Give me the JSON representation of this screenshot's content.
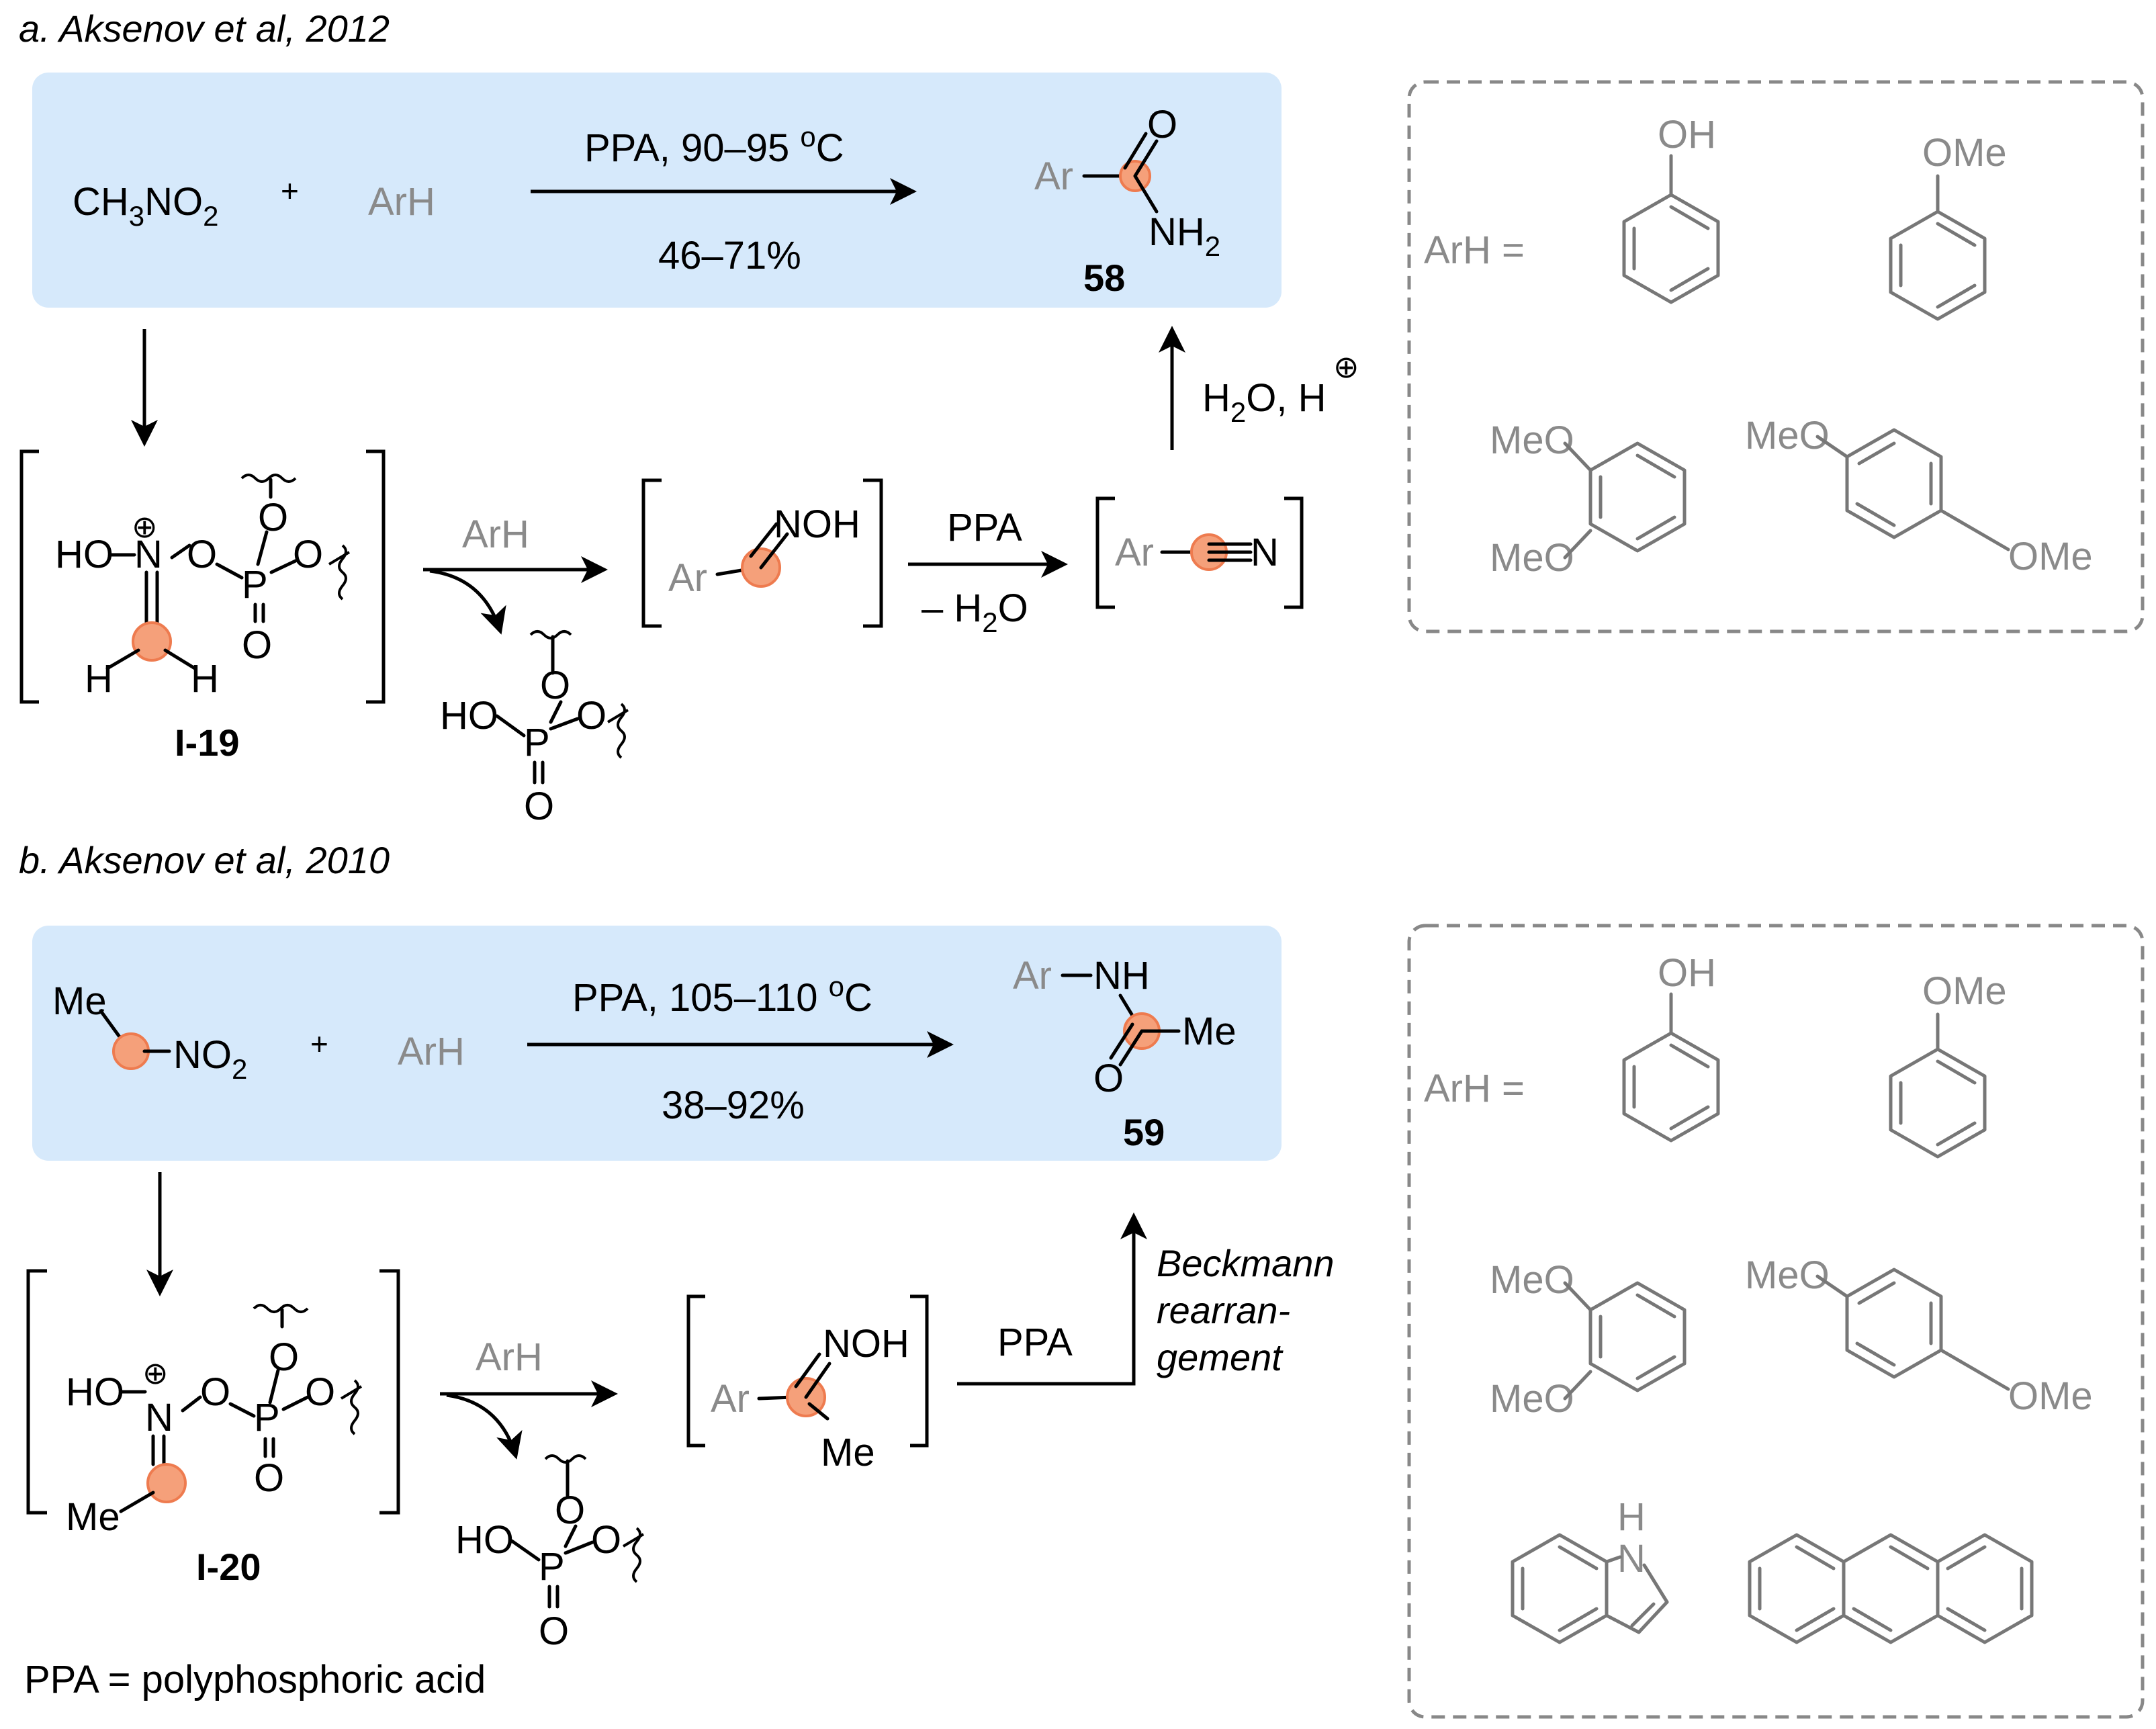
{
  "colors": {
    "highlight_box": "#d6e9fb",
    "highlight_atom": "#f5a07a",
    "substrate_gray": "#8a8a8a"
  },
  "panel_a": {
    "heading": "a. Aksenov et al, 2012",
    "reactant_CH3": "CH",
    "reactant_3": "3",
    "reactant_NO": "NO",
    "reactant_2": "2",
    "plus": "+",
    "arh": "ArH",
    "cond_top": "PPA, 90–95 ",
    "cond_o": "o",
    "cond_c": "C",
    "cond_bottom": "46–71%",
    "product_label": "58",
    "prod_ar": "Ar",
    "prod_o": "O",
    "prod_nh": "NH",
    "prod_nh_sub": "2",
    "int_label": "I-19",
    "int_ho": "HO",
    "int_n": "N",
    "int_plus": "⊕",
    "int_o1": "O",
    "int_p": "P",
    "int_o2": "O",
    "int_o3": "O",
    "int_o4": "O",
    "int_h1": "H",
    "int_h2": "H",
    "step1_reagent": "ArH",
    "byprod_ho": "HO",
    "byprod_p": "P",
    "byprod_o1": "O",
    "byprod_o2": "O",
    "byprod_o3": "O",
    "oxime_ar": "Ar",
    "oxime_noh": "NOH",
    "step2_top": "PPA",
    "step2_bottom": "– H",
    "step2_sub": "2",
    "step2_o": "O",
    "nitrile_ar": "Ar",
    "nitrile_n": "N",
    "hydrolysis_h2": "H",
    "hydrolysis_sub": "2",
    "hydrolysis_rest": "O, H",
    "hydrolysis_plus": "⊕",
    "scope_label": "ArH =",
    "scope": [
      "OH",
      "OMe",
      "MeO",
      "MeO",
      "MeO",
      "OMe"
    ]
  },
  "panel_b": {
    "heading": "b. Aksenov et al, 2010",
    "reactant_me": "Me",
    "reactant_no": "NO",
    "reactant_2": "2",
    "plus": "+",
    "arh": "ArH",
    "cond_top": "PPA, 105–110 ",
    "cond_o": "o",
    "cond_c": "C",
    "cond_bottom": "38–92%",
    "product_label": "59",
    "prod_ar": "Ar",
    "prod_nh": "NH",
    "prod_o": "O",
    "prod_me": "Me",
    "int_label": "I-20",
    "int_ho": "HO",
    "int_n": "N",
    "int_plus": "⊕",
    "int_o1": "O",
    "int_p": "P",
    "int_o2": "O",
    "int_o3": "O",
    "int_o4": "O",
    "int_me": "Me",
    "step1_reagent": "ArH",
    "byprod_ho": "HO",
    "byprod_p": "P",
    "byprod_o1": "O",
    "byprod_o2": "O",
    "byprod_o3": "O",
    "oxime_ar": "Ar",
    "oxime_noh": "NOH",
    "oxime_me": "Me",
    "step2": "PPA",
    "rearr_1": "Beckmann",
    "rearr_2": "rearran-",
    "rearr_3": "gement",
    "scope_label": "ArH =",
    "scope": [
      "OH",
      "OMe",
      "MeO",
      "MeO",
      "MeO",
      "OMe",
      "H",
      "N"
    ]
  },
  "footnote": "PPA = polyphosphoric acid"
}
